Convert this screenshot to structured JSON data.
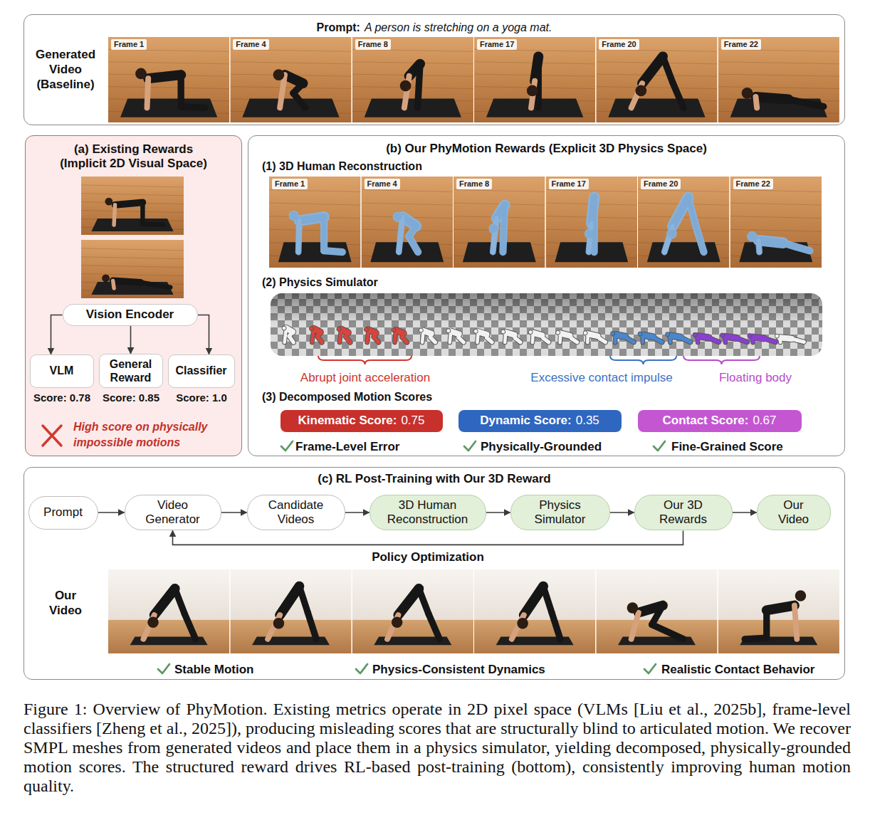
{
  "diagram": {
    "caption": "Figure 1: Overview of PhyMotion. Existing metrics operate in 2D pixel space (VLMs [Liu et al., 2025b], frame-level classifiers [Zheng et al., 2025]), producing misleading scores that are structurally blind to articulated motion. We recover SMPL meshes from generated videos and place them in a physics simulator, yielding decomposed, physically-grounded motion scores. The structured reward drives RL-based post-training (bottom), consistently improving human motion quality.",
    "nodes": [
      {
        "text": [
          "Prompt:",
          "A person is stretching on a yoga mat."
        ]
      },
      {
        "text": [
          "(a) Existing Rewards (Implicit 2D Visual Space)"
        ]
      },
      {
        "text": [
          "Vision Encoder"
        ],
        "in": 1
      },
      {
        "text": [
          "VLM"
        ],
        "in": 1
      },
      {
        "text": [
          "General Reward"
        ],
        "in": 1
      },
      {
        "text": [
          "Classifier"
        ],
        "in": 1
      },
      {
        "text": [
          "(b) Our PhyMotion Rewards (Explicit 3D Physics Space)"
        ]
      },
      {
        "text": [
          "Kinematic Score:",
          "0.75"
        ],
        "in": 6
      },
      {
        "text": [
          "Dynamic Score:",
          "0.35"
        ],
        "in": 6
      },
      {
        "text": [
          "Contact Score:",
          "0.67"
        ],
        "in": 6
      },
      {
        "text": [
          "(c) RL Post-Training with Our 3D Reward"
        ]
      },
      {
        "text": [
          "Prompt"
        ],
        "in": 10
      },
      {
        "text": [
          "Video Generator"
        ],
        "in": 10
      },
      {
        "text": [
          "Candidate Videos"
        ],
        "in": 10
      },
      {
        "text": [
          "3D Human Reconstruction"
        ],
        "in": 10
      },
      {
        "text": [
          "Physics Simulator"
        ],
        "in": 10
      },
      {
        "text": [
          "Our 3D Rewards"
        ],
        "in": 10
      },
      {
        "text": [
          "Our Video"
        ],
        "in": 10
      }
    ],
    "edges": [
      {
        "from": 2,
        "to": 3,
        "arrow": "to"
      },
      {
        "from": 2,
        "to": 4,
        "arrow": "to"
      },
      {
        "from": 2,
        "to": 5,
        "arrow": "to"
      },
      {
        "from": 11,
        "to": 12,
        "arrow": "to"
      },
      {
        "from": 12,
        "to": 13,
        "arrow": "to"
      },
      {
        "from": 13,
        "to": 14,
        "arrow": "to"
      },
      {
        "from": 14,
        "to": 15,
        "arrow": "to"
      },
      {
        "from": 15,
        "to": 16,
        "arrow": "to"
      },
      {
        "from": 16,
        "to": 17,
        "arrow": "to"
      },
      {
        "from": 16,
        "to": 12,
        "label": "Policy Optimization",
        "arrow": "to"
      }
    ],
    "labels": [
      "Generated Video (Baseline)",
      "Frame 1",
      "Frame 4",
      "Frame 8",
      "Frame 17",
      "Frame 20",
      "Frame 22",
      "Score: 0.78",
      "Score: 0.85",
      "Score: 1.0",
      "High score on physically impossible motions",
      "(1) 3D Human Reconstruction",
      "Frame 1",
      "Frame 4",
      "Frame 8",
      "Frame 17",
      "Frame 20",
      "Frame 22",
      "(2) Physics Simulator",
      "Abrupt joint acceleration",
      "Excessive contact impulse",
      "Floating body",
      "(3) Decomposed Motion Scores",
      "Frame-Level Error",
      "Physically-Grounded",
      "Fine-Grained Score",
      "Our Video",
      "Stable Motion",
      "Physics-Consistent Dynamics",
      "Realistic Contact Behavior"
    ]
  }
}
